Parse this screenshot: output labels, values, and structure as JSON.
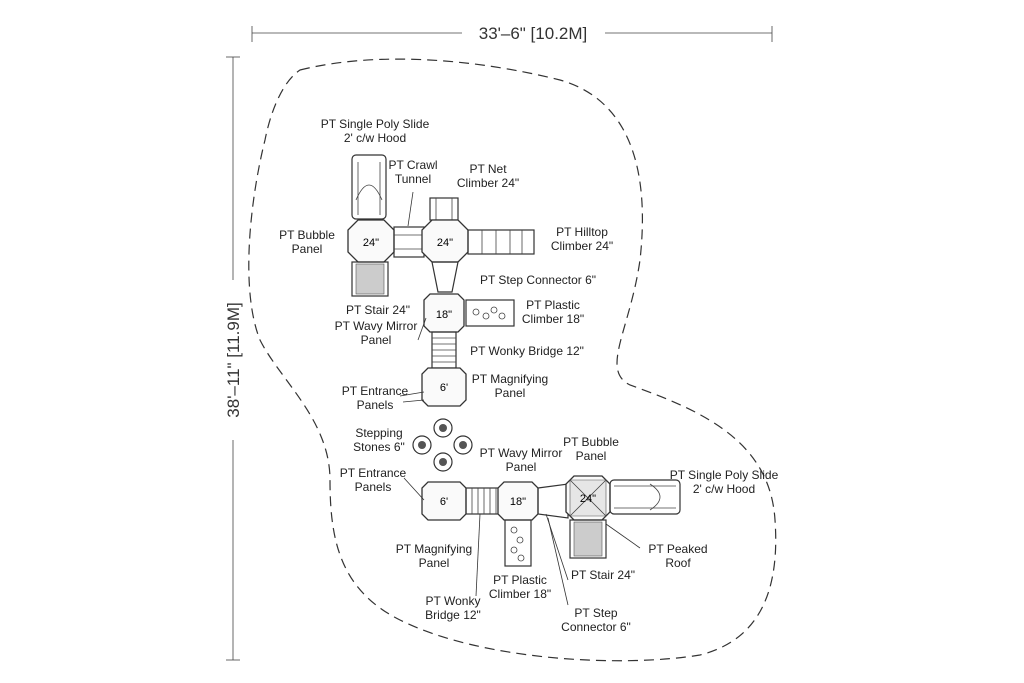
{
  "dimensions": {
    "width": "33'–6\" [10.2M]",
    "height": "38'–11\" [11.9M]"
  },
  "deck_labels": {
    "top_left": "24\"",
    "top_mid": "24\"",
    "mid": "18\"",
    "entrance_top": "6'",
    "entrance_bottom": "6'",
    "lower_mid": "18\"",
    "lower_right": "24\""
  },
  "labels": {
    "slide_top": "PT Single Poly Slide\n2' c/w Hood",
    "crawl_tunnel": "PT Crawl\nTunnel",
    "net_climber": "PT Net\nClimber 24\"",
    "bubble_panel_top": "PT Bubble\nPanel",
    "hilltop_climber": "PT Hilltop\nClimber 24\"",
    "step_connector_top": "PT Step Connector 6\"",
    "stair_top": "PT Stair 24\"",
    "wavy_mirror_top": "PT Wavy Mirror\nPanel",
    "plastic_climber_top": "PT Plastic\nClimber 18\"",
    "wonky_bridge_top": "PT Wonky Bridge 12\"",
    "entrance_panels_top": "PT Entrance\nPanels",
    "magnifying_top": "PT Magnifying\nPanel",
    "stepping_stones": "Stepping\nStones 6\"",
    "wavy_mirror_bottom": "PT Wavy Mirror\nPanel",
    "bubble_panel_bottom": "PT Bubble\nPanel",
    "entrance_panels_bottom": "PT Entrance\nPanels",
    "slide_bottom": "PT Single Poly Slide\n2' c/w Hood",
    "magnifying_bottom": "PT Magnifying\nPanel",
    "peaked_roof": "PT Peaked\nRoof",
    "wonky_bridge_bottom": "PT Wonky\nBridge 12\"",
    "plastic_climber_bottom": "PT Plastic\nClimber 18\"",
    "stair_bottom": "PT Stair 24\"",
    "step_connector_bottom": "PT Step\nConnector 6\""
  }
}
